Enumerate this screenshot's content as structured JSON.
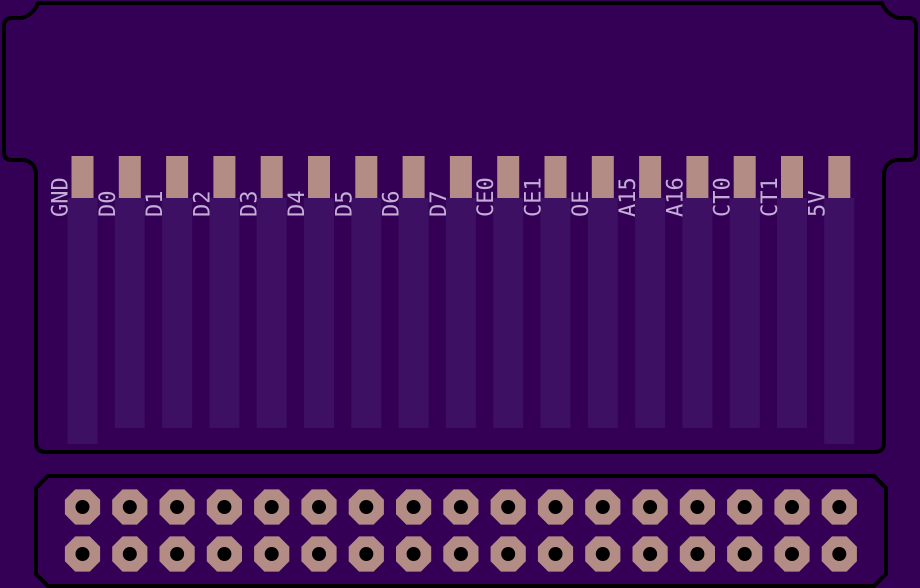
{
  "board": {
    "colors": {
      "background": "#330055",
      "outline": "#000000",
      "trace": "#3d1063",
      "pad": "#b38c85",
      "label": "#c2aed6",
      "drill": "#000000"
    },
    "pins": [
      {
        "label": "GND"
      },
      {
        "label": "D0"
      },
      {
        "label": "D1"
      },
      {
        "label": "D2"
      },
      {
        "label": "D3"
      },
      {
        "label": "D4"
      },
      {
        "label": "D5"
      },
      {
        "label": "D6"
      },
      {
        "label": "D7"
      },
      {
        "label": "CE0"
      },
      {
        "label": "CE1"
      },
      {
        "label": "OE"
      },
      {
        "label": "A15"
      },
      {
        "label": "A16"
      },
      {
        "label": "CT0"
      },
      {
        "label": "CT1"
      },
      {
        "label": "5V"
      }
    ]
  }
}
